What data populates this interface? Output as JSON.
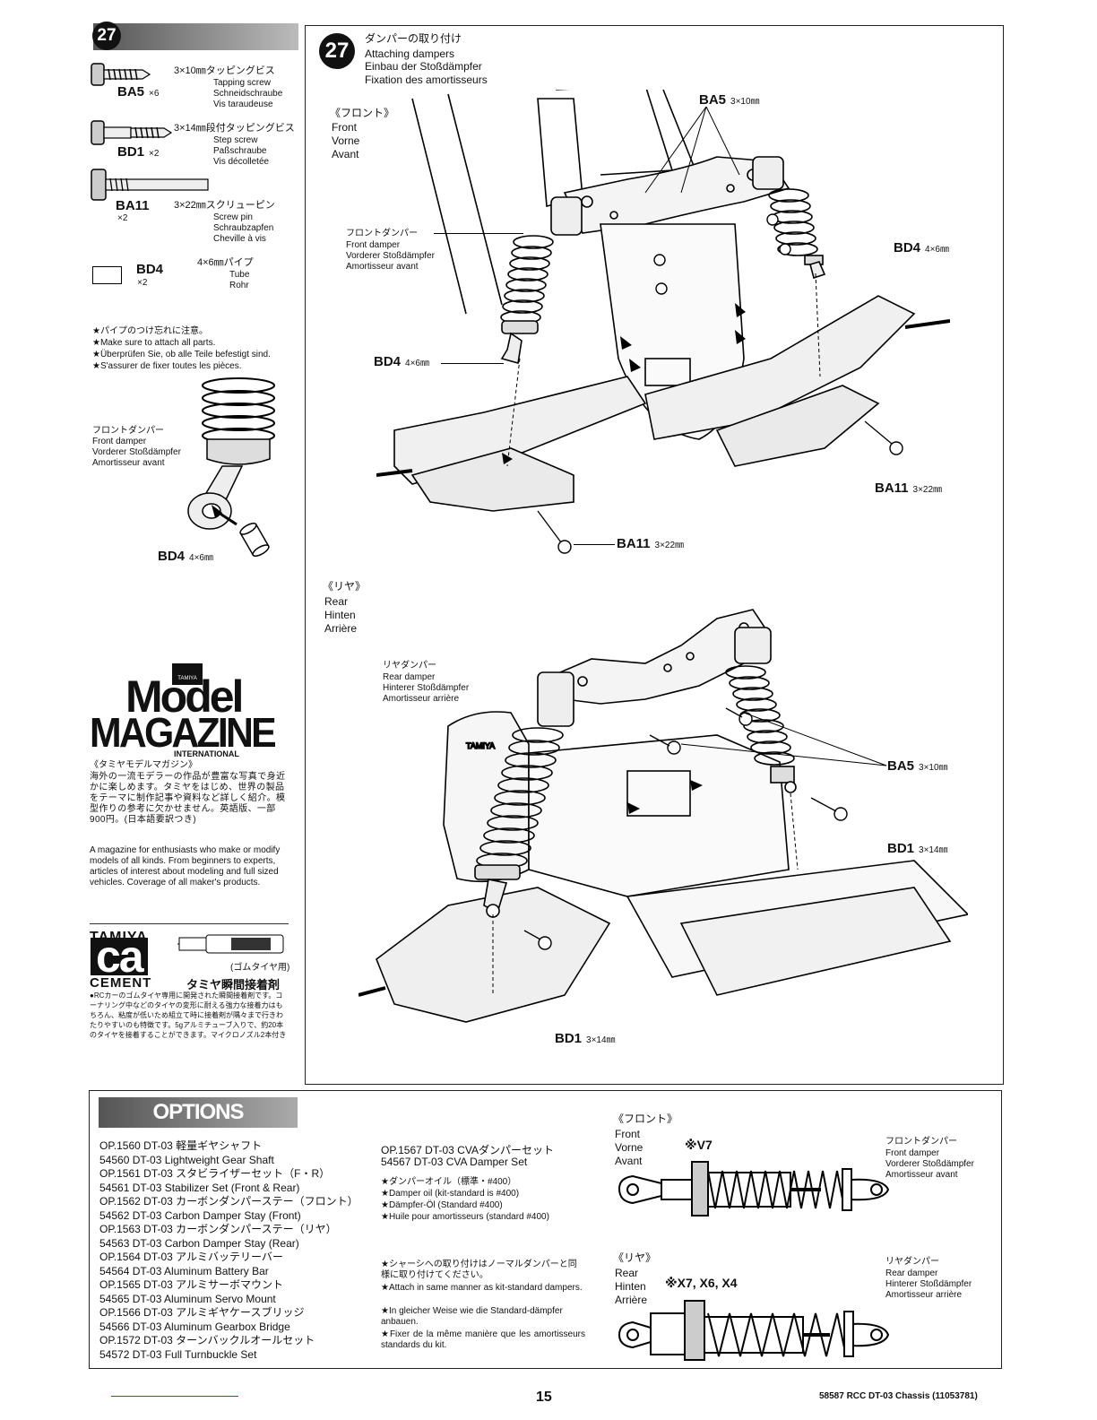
{
  "step": {
    "number": "27",
    "title_ja": "ダンパーの取り付け",
    "title_en": "Attaching dampers",
    "title_de": "Einbau der Stoßdämpfer",
    "title_fr": "Fixation des amortisseurs"
  },
  "parts": [
    {
      "code": "BA5",
      "qty": "×6",
      "size_ja": "3×10㎜タッピングビス",
      "en": "Tapping screw",
      "de": "Schneidschraube",
      "fr": "Vis taraudeuse"
    },
    {
      "code": "BD1",
      "qty": "×2",
      "size_ja": "3×14㎜段付タッピングビス",
      "en": "Step screw",
      "de": "Paßschraube",
      "fr": "Vis décolletée"
    },
    {
      "code": "BA11",
      "qty": "×2",
      "size_ja": "3×22㎜スクリューピン",
      "en": "Screw pin",
      "de": "Schraubzapfen",
      "fr": "Cheville à vis"
    },
    {
      "code": "BD4",
      "qty": "×2",
      "size_ja": "4×6㎜パイプ",
      "en": "Tube",
      "de": "Rohr",
      "fr": ""
    }
  ],
  "notes": [
    "★パイプのつけ忘れに注意。",
    "★Make sure to attach all parts.",
    "★Überprüfen Sie, ob alle Teile befestigt sind.",
    "★S'assurer de fixer toutes les pièces."
  ],
  "left_damper": {
    "ja": "フロントダンパー",
    "en": "Front damper",
    "de": "Vorderer Stoßdämpfer",
    "fr": "Amortisseur avant",
    "tube_code": "BD4",
    "tube_size": "4×6㎜"
  },
  "magazine": {
    "brand": "TAMIYA",
    "line1": "Model",
    "line2": "MAGAZINE",
    "line3": "INTERNATIONAL",
    "ja_title": "《タミヤモデルマガジン》",
    "ja_text": "海外の一流モデラーの作品が豊富な写真で身近かに楽しめます。タミヤをはじめ、世界の製品をテーマに制作記事や資料など詳しく紹介。模型作りの参考に欠かせません。英語版、一部900円。(日本語要訳つき)",
    "en_text": "A magazine for enthusiasts who make or modify models of all kinds. From beginners to experts, articles of interest about modeling and full sized vehicles. Coverage of all maker's products."
  },
  "cement": {
    "brand": "TAMIYA",
    "big": "ca",
    "word": "CEMENT",
    "tag": "(ゴムタイヤ用)",
    "ja_name": "タミヤ瞬間接着剤",
    "ja_text": "●RCカーのゴムタイヤ専用に開発された瞬間接着剤です。コーナリング中などのタイヤの変形に耐える強力な接着力はもちろん、粘度が低いため組立て時に接着剤が隅々まで行きわたりやすいのも特徴です。5gアルミチューブ入りで、約20本のタイヤを接着することができます。マイクロノズル2本付き"
  },
  "front": {
    "header_ja": "《フロント》",
    "header_en": "Front",
    "header_de": "Vorne",
    "header_fr": "Avant",
    "damper_ja": "フロントダンパー",
    "damper_en": "Front damper",
    "damper_de": "Vorderer Stoßdämpfer",
    "damper_fr": "Amortisseur avant",
    "ba5": "BA5",
    "ba5_size": "3×10㎜",
    "bd4": "BD4",
    "bd4_size": "4×6㎜",
    "ba11": "BA11",
    "ba11_size": "3×22㎜"
  },
  "rear": {
    "header_ja": "《リヤ》",
    "header_en": "Rear",
    "header_de": "Hinten",
    "header_fr": "Arrière",
    "damper_ja": "リヤダンパー",
    "damper_en": "Rear damper",
    "damper_de": "Hinterer Stoßdämpfer",
    "damper_fr": "Amortisseur arrière",
    "ba5": "BA5",
    "ba5_size": "3×10㎜",
    "bd1": "BD1",
    "bd1_size": "3×14㎜",
    "brand_on_part": "TAMIYA"
  },
  "options": {
    "title": "OPTIONS",
    "list": [
      "OP.1560 DT-03 軽量ギヤシャフト",
      "54560 DT-03 Lightweight Gear Shaft",
      "OP.1561 DT-03 スタビライザーセット（F・R）",
      "54561 DT-03 Stabilizer Set (Front & Rear)",
      "OP.1562 DT-03 カーボンダンパーステー（フロント）",
      "54562 DT-03 Carbon Damper Stay (Front)",
      "OP.1563 DT-03 カーボンダンパーステー（リヤ）",
      "54563 DT-03 Carbon Damper Stay (Rear)",
      "OP.1564 DT-03 アルミバッテリーバー",
      "54564 DT-03 Aluminum Battery Bar",
      "OP.1565 DT-03 アルミサーボマウント",
      "54565 DT-03 Aluminum Servo Mount",
      "OP.1566 DT-03 アルミギヤケースブリッジ",
      "54566 DT-03 Aluminum Gearbox Bridge",
      "OP.1572 DT-03 ターンバックルオールセット",
      "54572 DT-03 Full Turnbuckle Set"
    ],
    "cva_ja": "OP.1567 DT-03 CVAダンパーセット",
    "cva_en": "54567 DT-03 CVA Damper Set",
    "oil": [
      "★ダンパーオイル（標準・#400）",
      "★Damper oil (kit-standard is #400)",
      "★Dämpfer-Öl (Standard #400)",
      "★Huile pour amortisseurs (standard #400)"
    ],
    "attach": [
      "★シャーシへの取り付けはノーマルダンパーと同様に取り付けてください。",
      "★Attach in same manner as kit-standard dampers.",
      "★In gleicher Weise wie die Standard-dämpfer anbauen.",
      "★Fixer de la même manière que les amortisseurs standards du kit."
    ],
    "front_header_ja": "《フロント》",
    "front_en": "Front",
    "front_de": "Vorne",
    "front_fr": "Avant",
    "front_code": "※V7",
    "front_damper_ja": "フロントダンパー",
    "front_damper_en": "Front damper",
    "front_damper_de": "Vorderer Stoßdämpfer",
    "front_damper_fr": "Amortisseur avant",
    "rear_header_ja": "《リヤ》",
    "rear_en": "Rear",
    "rear_de": "Hinten",
    "rear_fr": "Arrière",
    "rear_code": "※X7, X6, X4",
    "rear_damper_ja": "リヤダンパー",
    "rear_damper_en": "Rear damper",
    "rear_damper_de": "Hinterer Stoßdämpfer",
    "rear_damper_fr": "Amortisseur arrière"
  },
  "footer": {
    "page": "15",
    "doc": "58587 RCC DT-03 Chassis (11053781)"
  }
}
